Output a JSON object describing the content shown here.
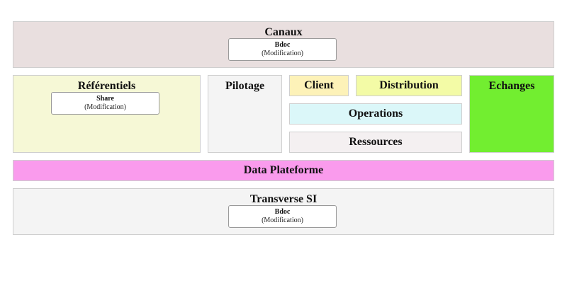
{
  "canaux": {
    "title": "Canaux",
    "color": "#e9dfdf",
    "card": {
      "name": "Bdoc",
      "status": "(Modification)"
    }
  },
  "referentiels": {
    "title": "Référentiels",
    "color": "#f6f8d6",
    "card": {
      "name": "Share",
      "status": "(Modification)"
    }
  },
  "pilotage": {
    "title": "Pilotage",
    "color": "#f4f4f4"
  },
  "client": {
    "title": "Client",
    "color": "#fdf2b8"
  },
  "distribution": {
    "title": "Distribution",
    "color": "#f3fba6"
  },
  "operations": {
    "title": "Operations",
    "color": "#dbf7f9"
  },
  "ressources": {
    "title": "Ressources",
    "color": "#f4f0f1"
  },
  "echanges": {
    "title": "Echanges",
    "color": "#72ee30"
  },
  "data_plateforme": {
    "title": "Data Plateforme",
    "color": "#fa9bed"
  },
  "transverse": {
    "title": "Transverse SI",
    "color": "#f4f4f4",
    "card": {
      "name": "Bdoc",
      "status": "(Modification)"
    }
  }
}
